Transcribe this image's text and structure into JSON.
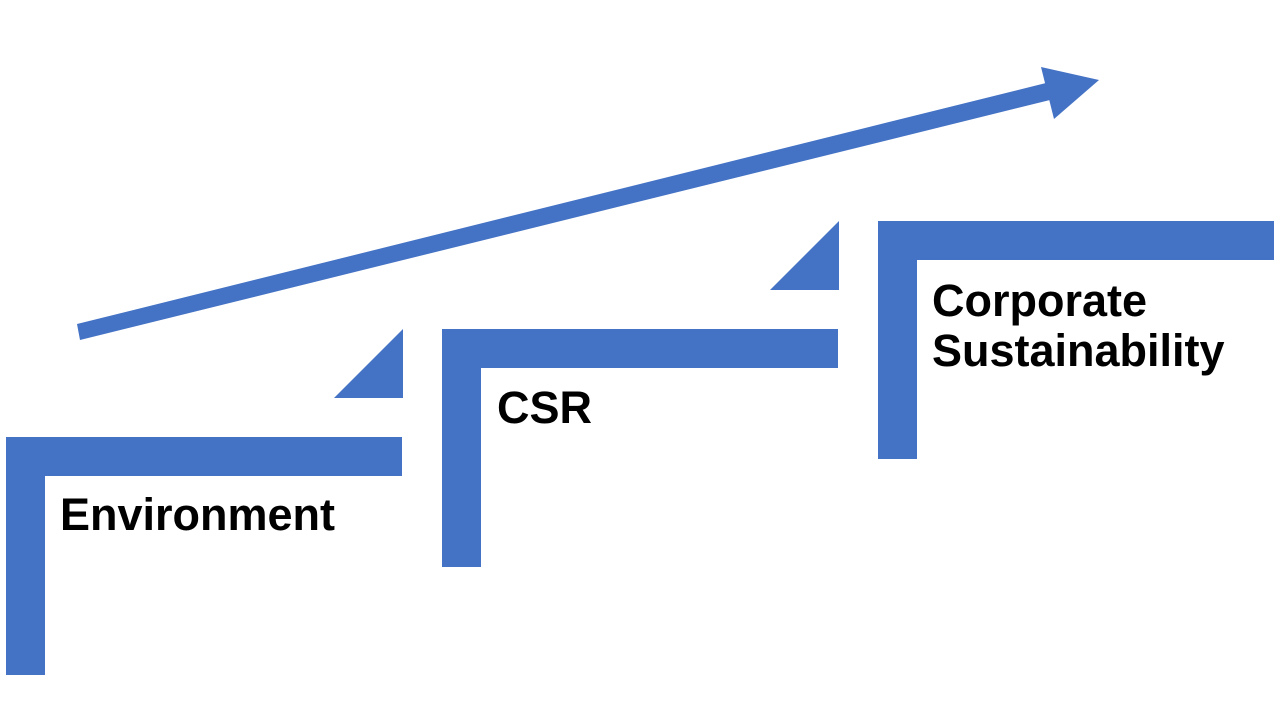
{
  "diagram": {
    "type": "staircase-progression",
    "accent_color": "#4472C4",
    "text_color": "#000000",
    "background_color": "#FFFFFF",
    "steps": [
      {
        "label_lines": [
          "Environment"
        ]
      },
      {
        "label_lines": [
          "CSR"
        ]
      },
      {
        "label_lines": [
          "Corporate",
          "Sustainability"
        ]
      }
    ],
    "arrow": {
      "direction": "upward-right",
      "meaning": "progression"
    }
  }
}
